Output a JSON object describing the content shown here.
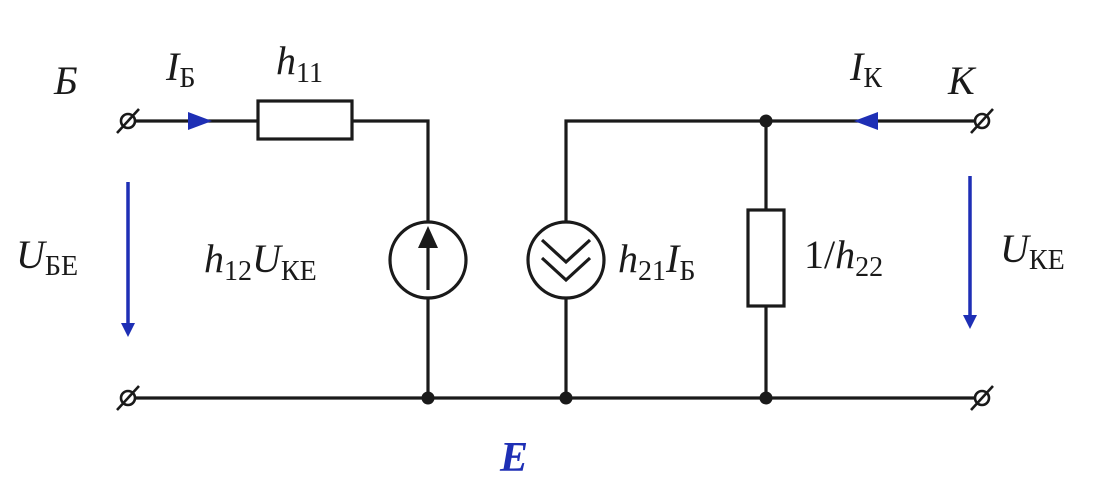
{
  "colors": {
    "wire": "#1a1a1a",
    "accent": "#1e2fb5"
  },
  "terminals": {
    "base_label": "Б",
    "collector_label": "К",
    "emitter_label": "Е"
  },
  "currents": {
    "base": {
      "symbol": "I",
      "subscript": "Б"
    },
    "collector": {
      "symbol": "I",
      "subscript": "К"
    }
  },
  "voltages": {
    "input": {
      "symbol": "U",
      "subscript": "БЕ"
    },
    "output": {
      "symbol": "U",
      "subscript": "КЕ"
    }
  },
  "components": {
    "input_resistor": {
      "symbol": "h",
      "subscript": "11"
    },
    "voltage_source": {
      "coef": "h",
      "coef_sub": "12",
      "var": "U",
      "var_sub": "КЕ"
    },
    "current_source": {
      "coef": "h",
      "coef_sub": "21",
      "var": "I",
      "var_sub": "Б"
    },
    "output_conductance": {
      "prefix": "1/",
      "symbol": "h",
      "subscript": "22"
    }
  }
}
